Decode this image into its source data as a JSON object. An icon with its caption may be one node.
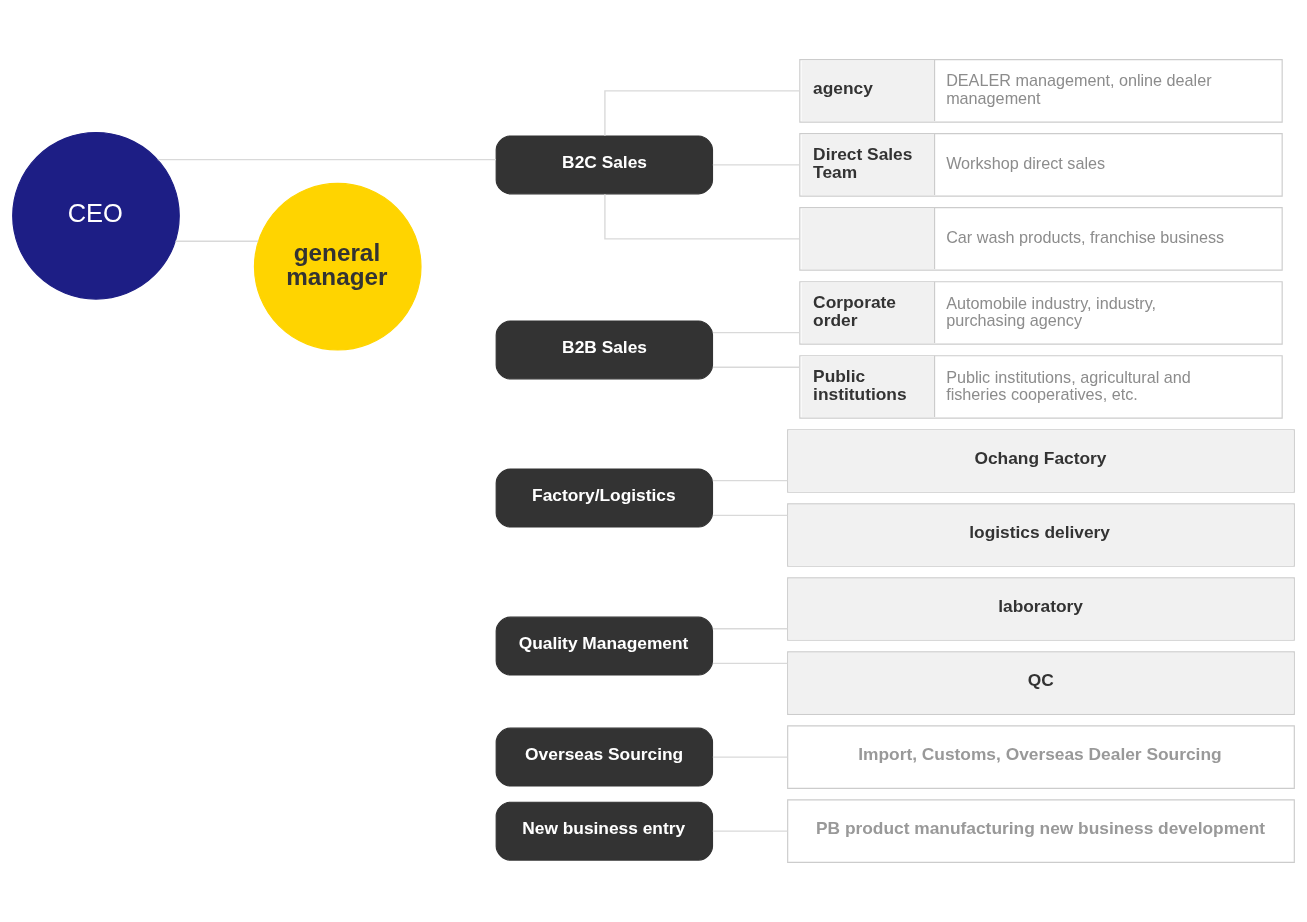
{
  "diagram": {
    "nodes": [
      {
        "text": [
          "CEO"
        ]
      },
      {
        "text": [
          "general manager"
        ]
      },
      {
        "text": [
          "B2C Sales"
        ]
      },
      {
        "text": [
          "agency",
          "DEALER management, online dealer management"
        ]
      },
      {
        "text": [
          "Direct Sales Team",
          "Workshop direct sales"
        ]
      },
      {
        "text": [
          "Car wash products, franchise business"
        ]
      },
      {
        "text": [
          "B2B Sales"
        ]
      },
      {
        "text": [
          "Corporate order",
          "Automobile industry, industry, purchasing agency"
        ]
      },
      {
        "text": [
          "Public institutions",
          "Public institutions, agricultural and fisheries cooperatives, etc."
        ]
      },
      {
        "text": [
          "Factory/Logistics"
        ]
      },
      {
        "text": [
          "Ochang Factory"
        ]
      },
      {
        "text": [
          "logistics delivery"
        ]
      },
      {
        "text": [
          "Quality Management"
        ]
      },
      {
        "text": [
          "laboratory"
        ]
      },
      {
        "text": [
          "QC"
        ]
      },
      {
        "text": [
          "Overseas Sourcing"
        ]
      },
      {
        "text": [
          "Import, Customs, Overseas Dealer Sourcing"
        ]
      },
      {
        "text": [
          "New business entry"
        ]
      },
      {
        "text": [
          "PB product manufacturing new business development"
        ]
      }
    ],
    "edges": [
      {
        "from": 0,
        "to": 2,
        "arrow": "none"
      },
      {
        "from": 0,
        "to": 1,
        "arrow": "none"
      },
      {
        "from": 2,
        "to": 3,
        "arrow": "none"
      },
      {
        "from": 2,
        "to": 4,
        "arrow": "none"
      },
      {
        "from": 2,
        "to": 5,
        "arrow": "none"
      },
      {
        "from": 6,
        "to": 7,
        "arrow": "none"
      },
      {
        "from": 6,
        "to": 8,
        "arrow": "none"
      },
      {
        "from": 9,
        "to": 10,
        "arrow": "none"
      },
      {
        "from": 9,
        "to": 11,
        "arrow": "none"
      },
      {
        "from": 12,
        "to": 13,
        "arrow": "none"
      },
      {
        "from": 12,
        "to": 14,
        "arrow": "none"
      },
      {
        "from": 15,
        "to": 16,
        "arrow": "none"
      },
      {
        "from": 17,
        "to": 18,
        "arrow": "none"
      }
    ]
  }
}
